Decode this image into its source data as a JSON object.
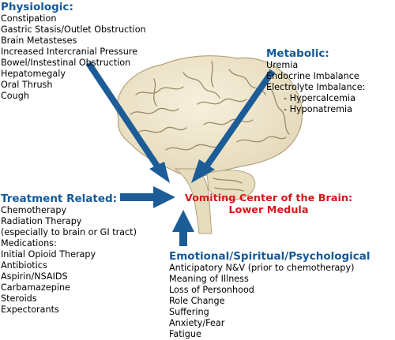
{
  "colors": {
    "heading": "#14599a",
    "arrow": "#1c5d98",
    "center_label": "#d4171b",
    "brain_fill": "#efe6cf",
    "brain_line": "#9b8a66",
    "stem_fill": "#e6dbbd"
  },
  "sections": {
    "physiologic": {
      "heading": "Physiologic:",
      "items": [
        "Constipation",
        "Gastric Stasis/Outlet Obstruction",
        "Brain Metasteses",
        "Increased Intercranial Pressure",
        "Bowel/Instestinal Obstruction",
        "Hepatomegaly",
        "Oral Thrush",
        "Cough"
      ]
    },
    "metabolic": {
      "heading": "Metabolic:",
      "items": [
        "Uremia",
        "Endocrine Imbalance",
        "Electrolyte Imbalance:",
        "- Hypercalcemia",
        "- Hyponatremia"
      ]
    },
    "treatment": {
      "heading": "Treatment Related:",
      "items": [
        "Chemotherapy",
        "Radiation Therapy",
        "(especially to brain or GI tract)",
        "Medications:",
        "Initial Opioid Therapy",
        "Antibiotics",
        "Aspirin/NSAIDS",
        "Carbamazepine",
        "Steroids",
        "Expectorants"
      ]
    },
    "emotional": {
      "heading": "Emotional/Spiritual/Psychological",
      "items": [
        "Anticipatory N&V (prior to chemotherapy)",
        "Meaning of Illness",
        "Loss of Personhood",
        "Role Change",
        "Suffering",
        "Anxiety/Fear",
        "Fatigue"
      ]
    }
  },
  "center": {
    "line1": "Vomiting Center of the Brain:",
    "line2": "Lower Medula"
  }
}
